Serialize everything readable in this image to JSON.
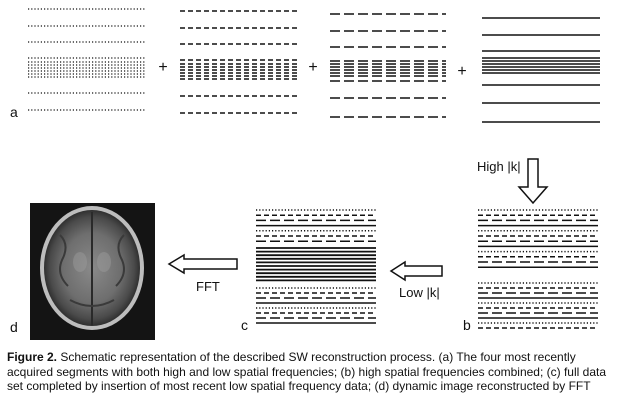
{
  "panel_labels": {
    "a": "a",
    "b": "b",
    "c": "c",
    "d": "d"
  },
  "operators": {
    "plus1": "+",
    "plus2": "+",
    "plus3": "+"
  },
  "arrows": {
    "high_k": "High |k|",
    "low_k": "Low |k|",
    "fft": "FFT"
  },
  "caption": {
    "title": "Figure 2.",
    "text": "Schematic representation of the described SW reconstruction process. (a) The four most recently acquired segments with both high and low spatial frequencies; (b) high spatial frequencies combined; (c) full data set completed by insertion of most recent low spatial frequency data; (d) dynamic image reconstructed by FFT"
  }
}
